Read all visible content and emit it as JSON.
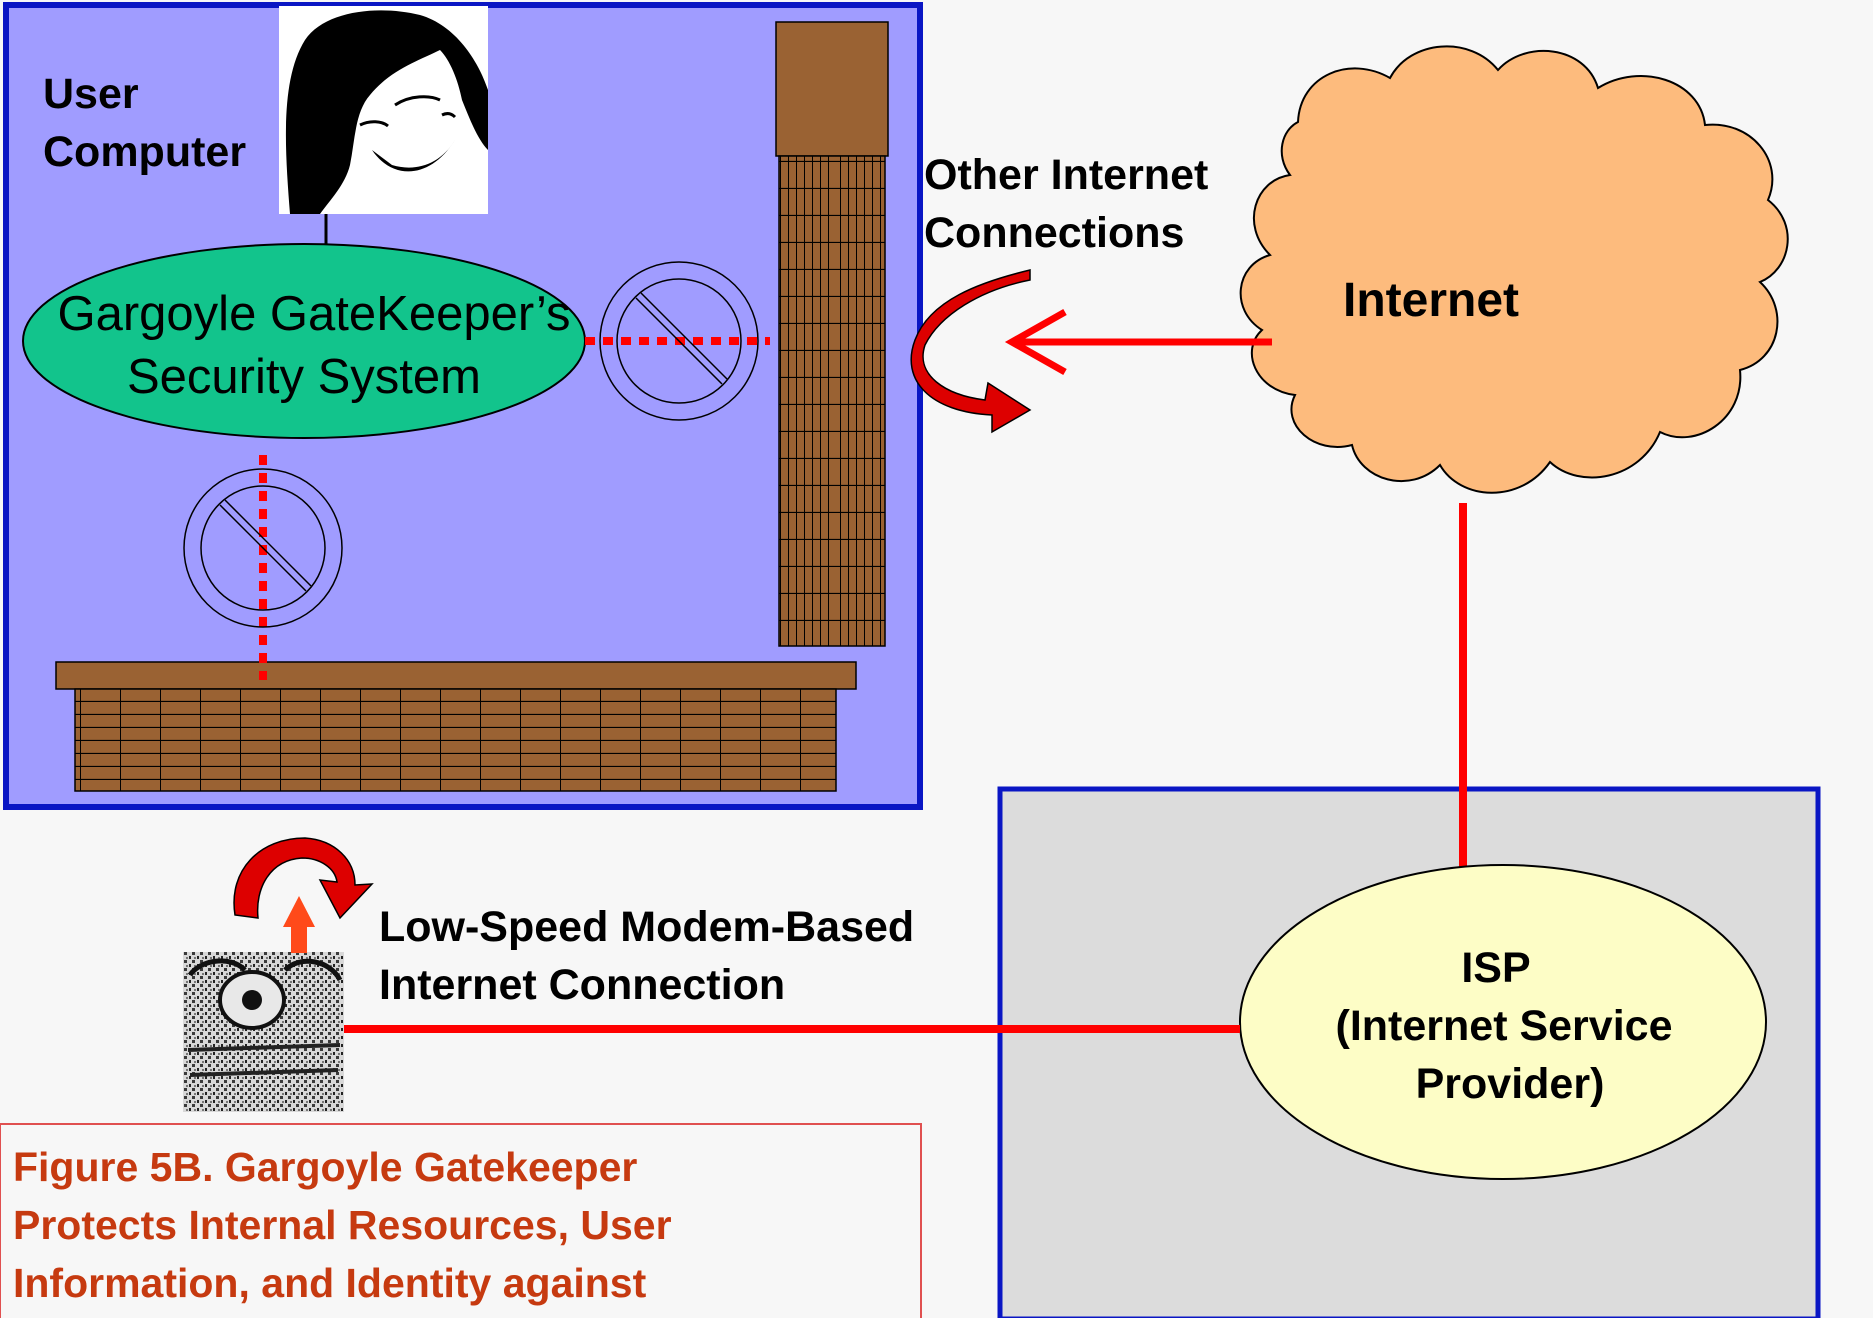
{
  "labels": {
    "user_computer_line1": "User",
    "user_computer_line2": "Computer",
    "security_system_line1": "Gargoyle GateKeeper’s",
    "security_system_line2": "Security System",
    "other_connections_line1": "Other Internet",
    "other_connections_line2": "Connections",
    "internet": "Internet",
    "modem_line1": "Low-Speed Modem-Based",
    "modem_line2": "Internet Connection",
    "isp_line1": "ISP",
    "isp_line2": "(Internet Service",
    "isp_line3": "Provider)"
  },
  "caption": {
    "line1": "Figure 5B. Gargoyle Gatekeeper",
    "line2": "Protects Internal Resources, User",
    "line3": "Information, and Identity against"
  },
  "icons": {
    "user": "woman-avatar-icon",
    "modem": "telephone-modem-icon",
    "block": "no-entry-icon",
    "firewall": "brick-wall-icon",
    "internet": "cloud-icon",
    "turn_arrow": "curved-arrow-icon"
  },
  "colors": {
    "background": "#f7f7f7",
    "user_box_fill": "#a09cff",
    "box_border": "#0a16c4",
    "isp_box_fill": "#dcdcdc",
    "security_ellipse": "#12c48c",
    "cloud_fill": "#fdbb7d",
    "isp_ellipse": "#fdfdc6",
    "link_red": "#ff0000",
    "brick": "#9a6233",
    "caption_text": "#c63a10",
    "caption_border": "#e05050"
  }
}
